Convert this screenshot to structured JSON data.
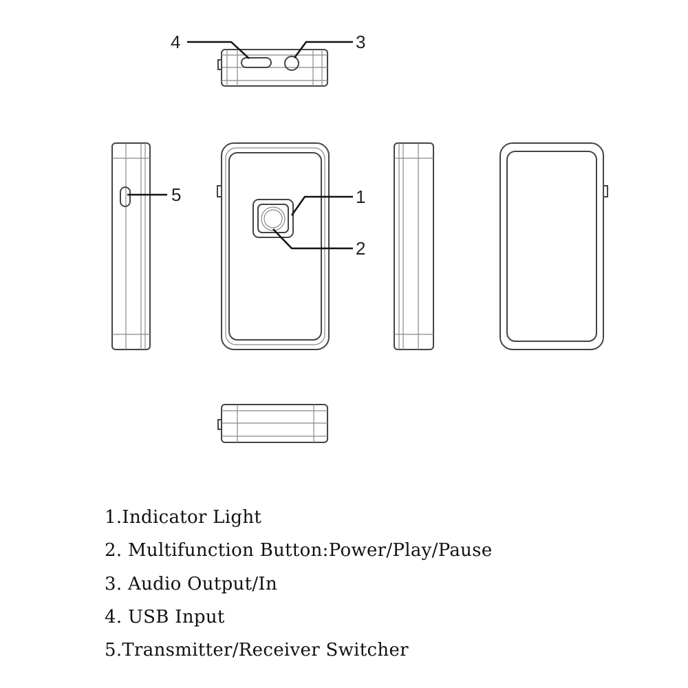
{
  "callouts": {
    "c1": "1",
    "c2": "2",
    "c3": "3",
    "c4": "4",
    "c5": "5"
  },
  "legend": [
    "1.Indicator Light",
    "2. Multifunction Button:Power/Play/Pause",
    "3. Audio Output/In",
    "4. USB Input",
    "5.Transmitter/Receiver Switcher"
  ]
}
